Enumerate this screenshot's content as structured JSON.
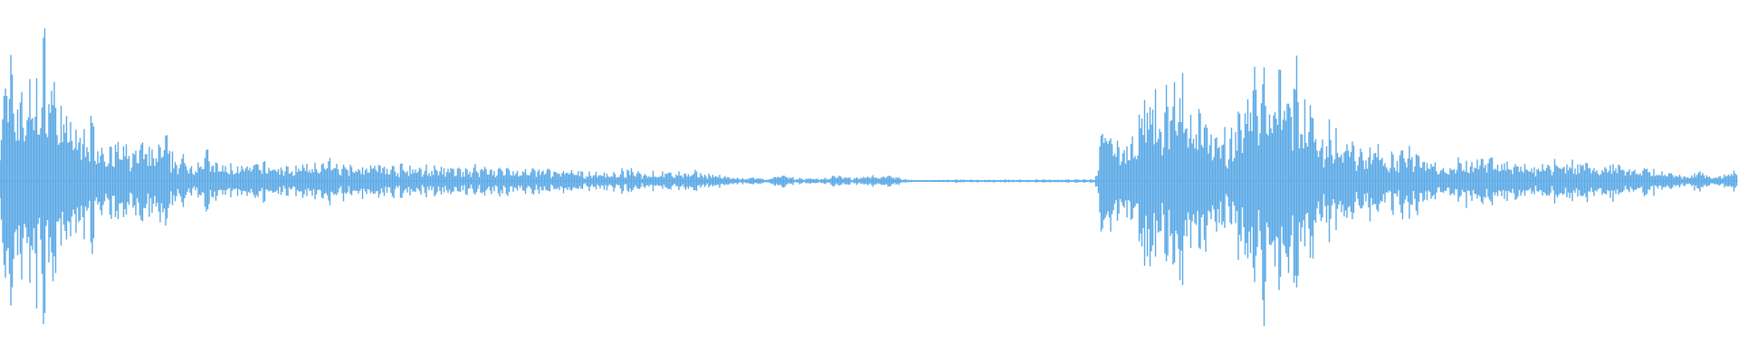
{
  "waveform": {
    "color": "#5aa9e6",
    "background": "#ffffff",
    "envelope": [
      [
        0.0,
        0.55
      ],
      [
        0.005,
        0.8
      ],
      [
        0.01,
        0.7
      ],
      [
        0.016,
        0.65
      ],
      [
        0.022,
        0.75
      ],
      [
        0.028,
        0.95
      ],
      [
        0.033,
        0.6
      ],
      [
        0.04,
        0.4
      ],
      [
        0.046,
        0.35
      ],
      [
        0.052,
        0.45
      ],
      [
        0.058,
        0.3
      ],
      [
        0.064,
        0.25
      ],
      [
        0.07,
        0.25
      ],
      [
        0.076,
        0.2
      ],
      [
        0.082,
        0.28
      ],
      [
        0.088,
        0.2
      ],
      [
        0.094,
        0.3
      ],
      [
        0.1,
        0.18
      ],
      [
        0.106,
        0.15
      ],
      [
        0.112,
        0.12
      ],
      [
        0.118,
        0.2
      ],
      [
        0.124,
        0.12
      ],
      [
        0.13,
        0.1
      ],
      [
        0.136,
        0.12
      ],
      [
        0.142,
        0.1
      ],
      [
        0.148,
        0.12
      ],
      [
        0.155,
        0.12
      ],
      [
        0.162,
        0.1
      ],
      [
        0.17,
        0.1
      ],
      [
        0.178,
        0.12
      ],
      [
        0.186,
        0.14
      ],
      [
        0.194,
        0.12
      ],
      [
        0.202,
        0.14
      ],
      [
        0.21,
        0.12
      ],
      [
        0.218,
        0.12
      ],
      [
        0.226,
        0.1
      ],
      [
        0.234,
        0.1
      ],
      [
        0.242,
        0.1
      ],
      [
        0.25,
        0.09
      ],
      [
        0.258,
        0.09
      ],
      [
        0.266,
        0.09
      ],
      [
        0.274,
        0.1
      ],
      [
        0.282,
        0.1
      ],
      [
        0.29,
        0.09
      ],
      [
        0.298,
        0.08
      ],
      [
        0.306,
        0.08
      ],
      [
        0.314,
        0.08
      ],
      [
        0.322,
        0.07
      ],
      [
        0.33,
        0.07
      ],
      [
        0.338,
        0.06
      ],
      [
        0.346,
        0.06
      ],
      [
        0.354,
        0.06
      ],
      [
        0.362,
        0.08
      ],
      [
        0.37,
        0.06
      ],
      [
        0.378,
        0.06
      ],
      [
        0.386,
        0.06
      ],
      [
        0.394,
        0.06
      ],
      [
        0.402,
        0.06
      ],
      [
        0.41,
        0.05
      ],
      [
        0.418,
        0.03
      ],
      [
        0.426,
        0.02
      ],
      [
        0.434,
        0.02
      ],
      [
        0.442,
        0.02
      ],
      [
        0.45,
        0.04
      ],
      [
        0.458,
        0.02
      ],
      [
        0.466,
        0.02
      ],
      [
        0.474,
        0.02
      ],
      [
        0.482,
        0.04
      ],
      [
        0.49,
        0.02
      ],
      [
        0.498,
        0.04
      ],
      [
        0.506,
        0.03
      ],
      [
        0.514,
        0.04
      ],
      [
        0.522,
        0.01
      ],
      [
        0.53,
        0.005
      ],
      [
        0.54,
        0.005
      ],
      [
        0.55,
        0.01
      ],
      [
        0.56,
        0.01
      ],
      [
        0.57,
        0.01
      ],
      [
        0.58,
        0.01
      ],
      [
        0.59,
        0.01
      ],
      [
        0.6,
        0.01
      ],
      [
        0.61,
        0.01
      ],
      [
        0.62,
        0.01
      ],
      [
        0.63,
        0.01
      ],
      [
        0.636,
        0.5
      ],
      [
        0.642,
        0.35
      ],
      [
        0.648,
        0.25
      ],
      [
        0.654,
        0.35
      ],
      [
        0.66,
        0.95
      ],
      [
        0.666,
        0.5
      ],
      [
        0.672,
        0.6
      ],
      [
        0.678,
        0.7
      ],
      [
        0.684,
        0.5
      ],
      [
        0.69,
        0.4
      ],
      [
        0.696,
        0.45
      ],
      [
        0.702,
        0.35
      ],
      [
        0.708,
        0.3
      ],
      [
        0.714,
        0.55
      ],
      [
        0.72,
        0.65
      ],
      [
        0.726,
        0.8
      ],
      [
        0.732,
        0.75
      ],
      [
        0.738,
        0.85
      ],
      [
        0.744,
        0.7
      ],
      [
        0.75,
        0.6
      ],
      [
        0.756,
        0.45
      ],
      [
        0.762,
        0.35
      ],
      [
        0.768,
        0.35
      ],
      [
        0.774,
        0.3
      ],
      [
        0.78,
        0.25
      ],
      [
        0.786,
        0.2
      ],
      [
        0.792,
        0.25
      ],
      [
        0.798,
        0.22
      ],
      [
        0.804,
        0.2
      ],
      [
        0.81,
        0.22
      ],
      [
        0.816,
        0.2
      ],
      [
        0.822,
        0.15
      ],
      [
        0.828,
        0.12
      ],
      [
        0.834,
        0.1
      ],
      [
        0.84,
        0.18
      ],
      [
        0.846,
        0.15
      ],
      [
        0.852,
        0.15
      ],
      [
        0.858,
        0.14
      ],
      [
        0.864,
        0.16
      ],
      [
        0.87,
        0.12
      ],
      [
        0.876,
        0.12
      ],
      [
        0.882,
        0.1
      ],
      [
        0.888,
        0.12
      ],
      [
        0.894,
        0.14
      ],
      [
        0.9,
        0.12
      ],
      [
        0.906,
        0.12
      ],
      [
        0.912,
        0.14
      ],
      [
        0.918,
        0.12
      ],
      [
        0.924,
        0.12
      ],
      [
        0.93,
        0.12
      ],
      [
        0.936,
        0.1
      ],
      [
        0.942,
        0.1
      ],
      [
        0.948,
        0.08
      ],
      [
        0.954,
        0.08
      ],
      [
        0.96,
        0.06
      ],
      [
        0.966,
        0.05
      ],
      [
        0.972,
        0.04
      ],
      [
        0.978,
        0.08
      ],
      [
        0.984,
        0.04
      ],
      [
        0.99,
        0.03
      ],
      [
        0.996,
        0.08
      ],
      [
        1.0,
        0.06
      ]
    ]
  }
}
